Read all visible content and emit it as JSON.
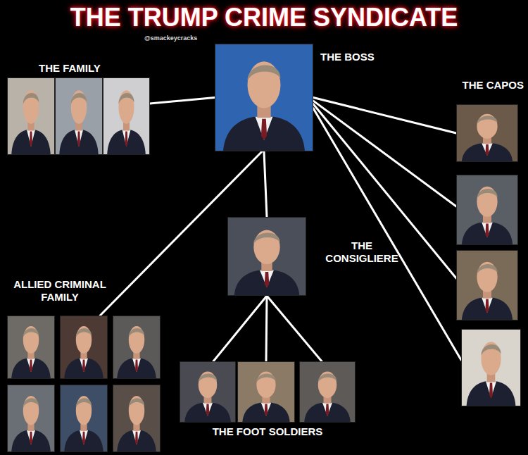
{
  "diagram": {
    "title": "THE TRUMP CRIME SYNDICATE",
    "nodes": [
      {
        "text": [
          "THE BOSS"
        ]
      },
      {
        "text": [
          "THE FAMILY"
        ]
      },
      {
        "text": [
          "THE CAPOS"
        ]
      },
      {
        "text": [
          "THE CONSIGLIERE"
        ]
      },
      {
        "text": [
          "ALLIED CRIMINAL FAMILY"
        ]
      },
      {
        "text": [
          "THE FOOT SOLDIERS"
        ]
      }
    ],
    "edges": [
      {
        "from": 0,
        "to": 1,
        "arrow": "none"
      },
      {
        "from": 0,
        "to": 2,
        "arrow": "none"
      },
      {
        "from": 0,
        "to": 2,
        "arrow": "none"
      },
      {
        "from": 0,
        "to": 2,
        "arrow": "none"
      },
      {
        "from": 0,
        "to": 2,
        "arrow": "none"
      },
      {
        "from": 0,
        "to": 3,
        "arrow": "none"
      },
      {
        "from": 0,
        "to": 4,
        "arrow": "none"
      },
      {
        "from": 3,
        "to": 5,
        "arrow": "none"
      },
      {
        "from": 3,
        "to": 5,
        "arrow": "none"
      },
      {
        "from": 3,
        "to": 5,
        "arrow": "none"
      }
    ],
    "labels": [
      "@smackeycracks"
    ]
  }
}
